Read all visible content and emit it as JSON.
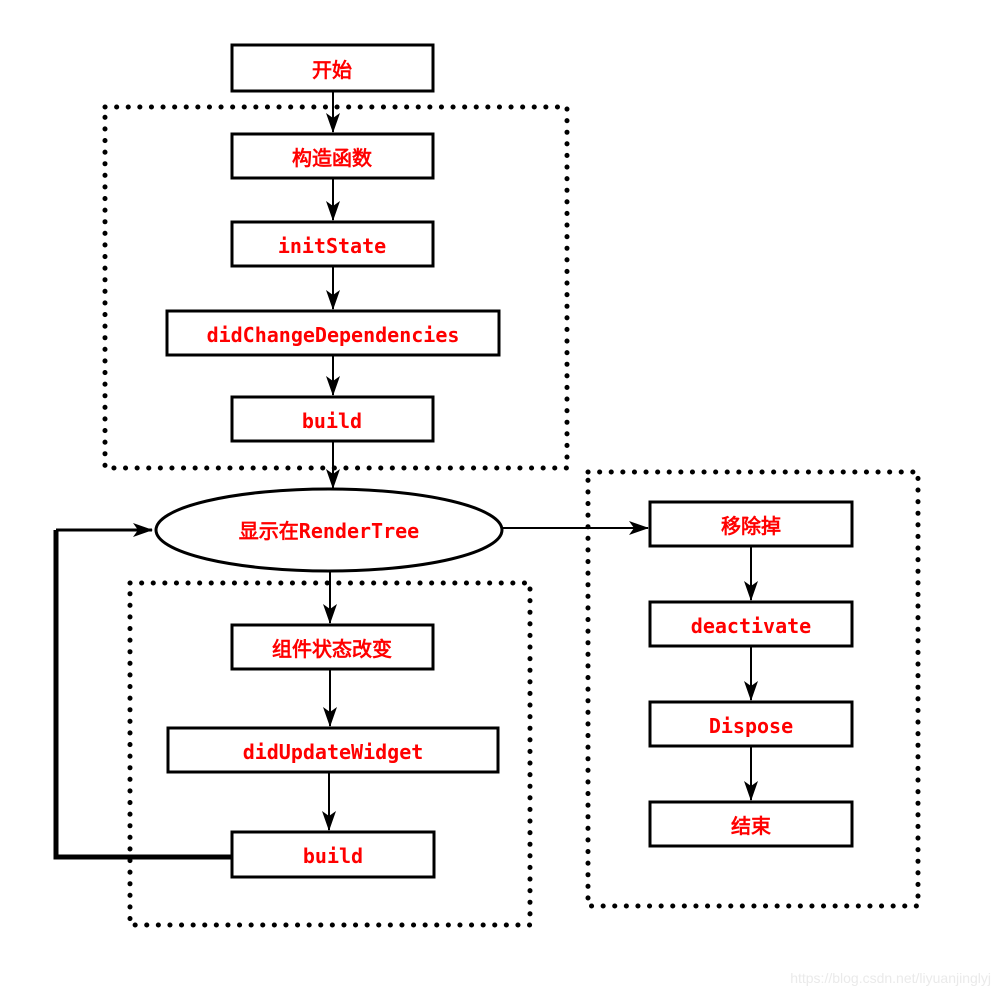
{
  "diagram": {
    "type": "flowchart",
    "colors": {
      "node_text": "#ff0000",
      "stroke": "#000000",
      "node_fill": "#ffffff",
      "background": "#ffffff",
      "watermark_text": "#eaeaea"
    },
    "nodes": {
      "start": "开始",
      "constructor": "构造函数",
      "init_state": "initState",
      "did_change_dependencies": "didChangeDependencies",
      "build_first": "build",
      "render_tree": "显示在RenderTree",
      "state_change": "组件状态改变",
      "did_update_widget": "didUpdateWidget",
      "build_again": "build",
      "remove": "移除掉",
      "deactivate": "deactivate",
      "dispose": "Dispose",
      "end": "结束"
    },
    "edges": [
      {
        "from": "start",
        "to": "constructor"
      },
      {
        "from": "constructor",
        "to": "init_state"
      },
      {
        "from": "init_state",
        "to": "did_change_dependencies"
      },
      {
        "from": "did_change_dependencies",
        "to": "build_first"
      },
      {
        "from": "build_first",
        "to": "render_tree"
      },
      {
        "from": "render_tree",
        "to": "state_change"
      },
      {
        "from": "state_change",
        "to": "did_update_widget"
      },
      {
        "from": "did_update_widget",
        "to": "build_again"
      },
      {
        "from": "build_again",
        "to": "render_tree"
      },
      {
        "from": "render_tree",
        "to": "remove"
      },
      {
        "from": "remove",
        "to": "deactivate"
      },
      {
        "from": "deactivate",
        "to": "dispose"
      },
      {
        "from": "dispose",
        "to": "end"
      }
    ],
    "watermark": "https://blog.csdn.net/liyuanjinglyj"
  }
}
